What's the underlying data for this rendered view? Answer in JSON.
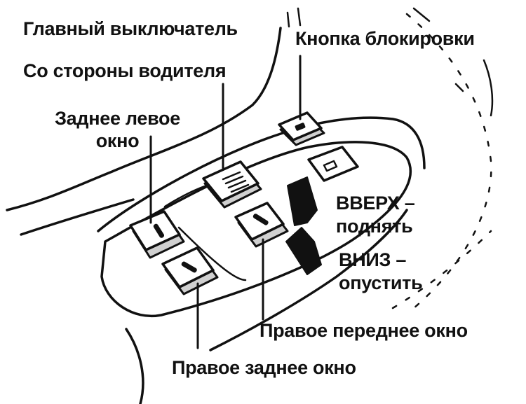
{
  "diagram": {
    "labels": {
      "main_switch": "Главный выключатель",
      "driver_side": "Со стороны водителя",
      "rear_left_line1": "Заднее левое",
      "rear_left_line2": "окно",
      "lock_button": "Кнопка блокировки",
      "up_line1": "ВВЕРХ –",
      "up_line2": "поднять",
      "down_line1": "ВНИЗ –",
      "down_line2": "опустить",
      "front_right": "Правое переднее окно",
      "rear_right": "Правое заднее окно"
    },
    "colors": {
      "ink": "#111111",
      "background": "#ffffff"
    }
  }
}
